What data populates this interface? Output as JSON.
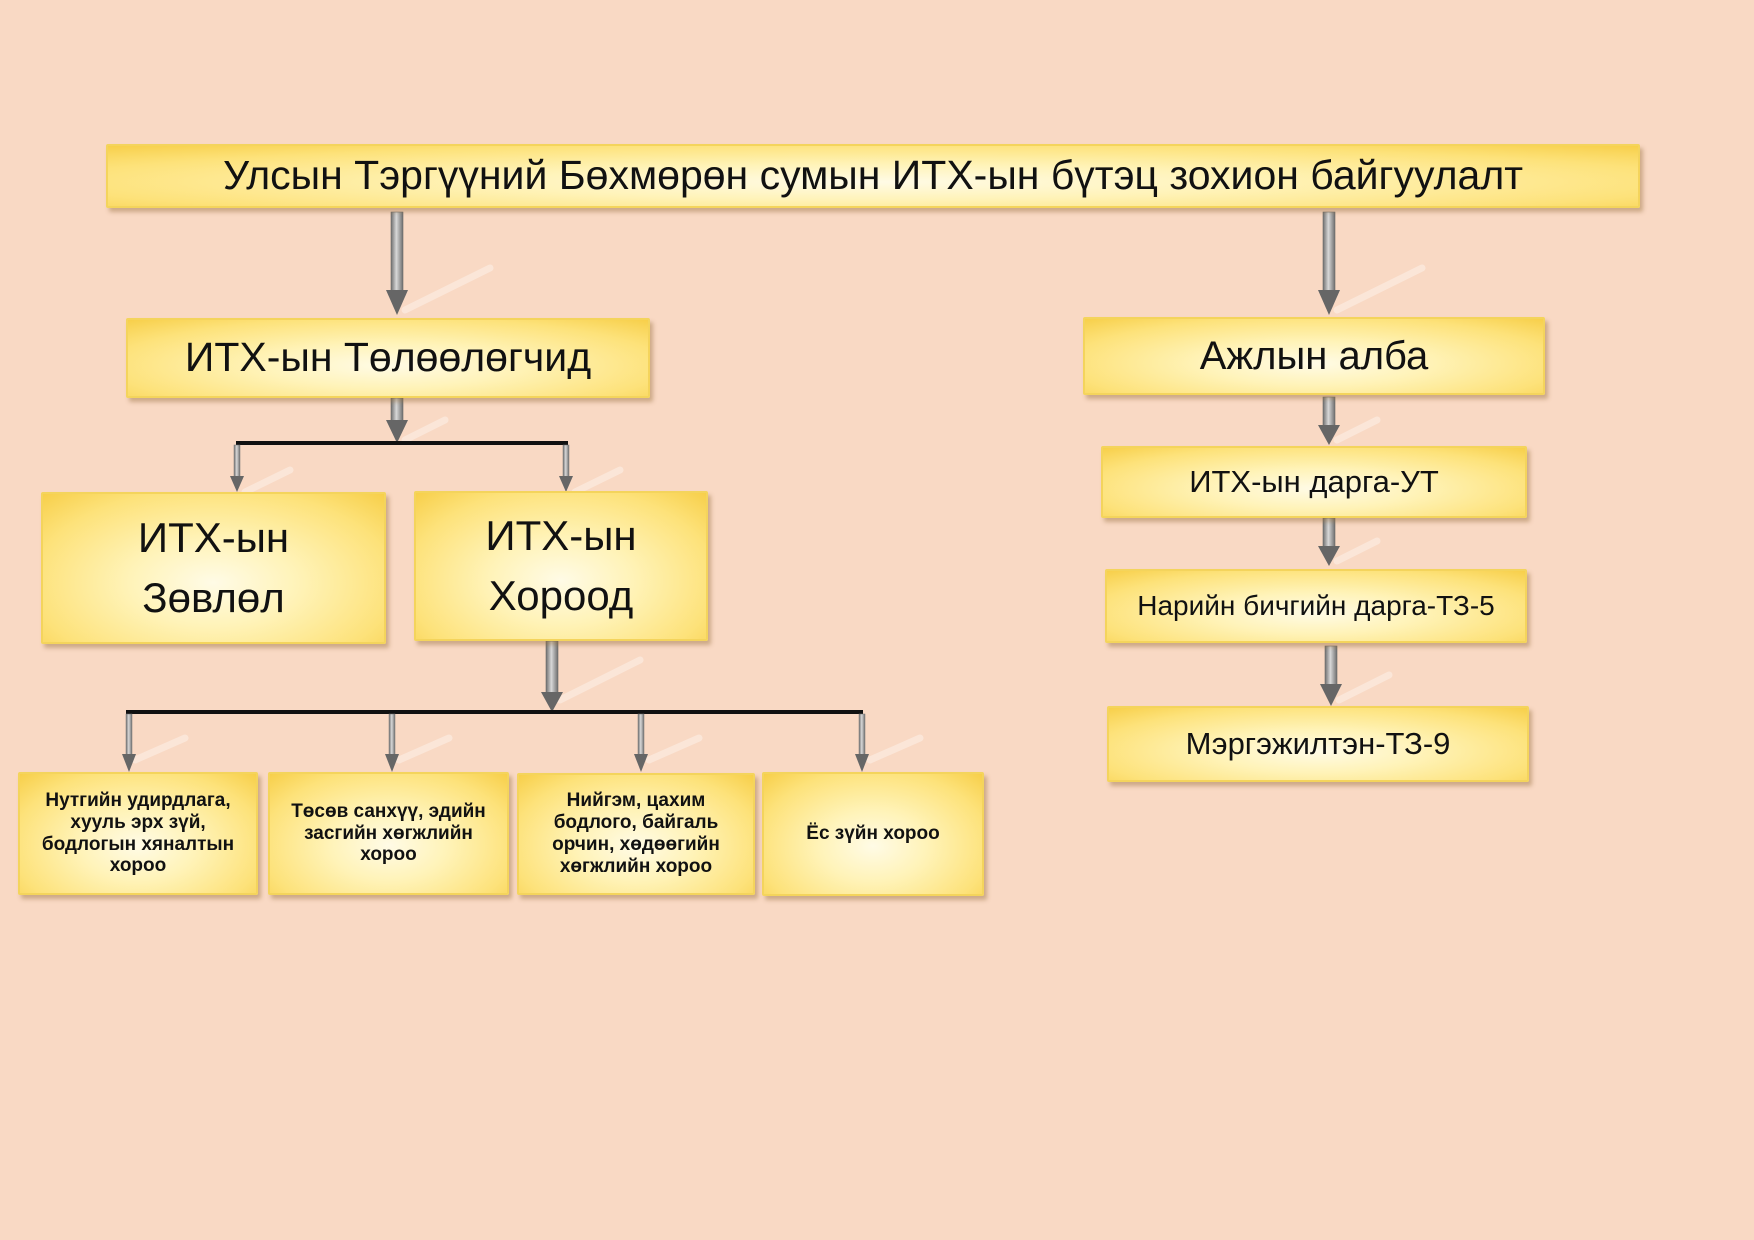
{
  "title": "Улсын Тэргүүний Бөхмөрөн сумын ИТХ-ын бүтэц зохион байгуулалт",
  "left_branch": {
    "root": "ИТХ-ын Төлөөлөгчид",
    "children": [
      {
        "line1": "ИТХ-ын",
        "line2": "Зөвлөл"
      },
      {
        "line1": "ИТХ-ын",
        "line2": "Хороод"
      }
    ],
    "committees": [
      "Нутгийн удирдлага, хууль эрх зүй, бодлогын хяналтын хороо",
      "Төсөв санхүү, эдийн засгийн хөгжлийн хороо",
      "Нийгэм, цахим бодлого, байгаль орчин, хөдөөгийн хөгжлийн хороо",
      "Ёс зүйн хороо"
    ]
  },
  "right_branch": {
    "root": "Ажлын алба",
    "chain": [
      "ИТХ-ын дарга-УТ",
      "Нарийн бичгийн дарга-ТЗ-5",
      "Мэргэжилтэн-ТЗ-9"
    ]
  },
  "colors": {
    "background": "#f9d9c4",
    "box_fill": "#fde27a",
    "box_border": "#f4d45c",
    "arrow": "#666666",
    "connector": "#111111"
  }
}
